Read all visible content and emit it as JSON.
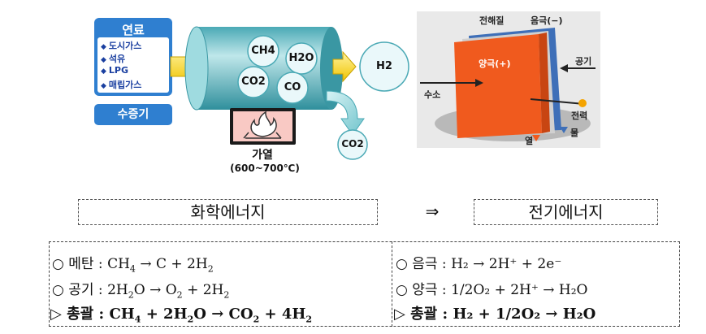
{
  "fuel": {
    "title": "연료",
    "items": [
      "도시가스",
      "석유",
      "LPG",
      "매립가스"
    ],
    "steam": "수증기"
  },
  "reformer": {
    "molecules": [
      "CH4",
      "H2O",
      "CO2",
      "CO"
    ],
    "heat_label": "가열",
    "temp_label": "(600~700℃)"
  },
  "products": {
    "h2": "H2",
    "co2": "CO2"
  },
  "fuel_cell": {
    "electrolyte": "전해질",
    "cathode_top": "음극(−)",
    "anode": "양극(+)",
    "air": "공기",
    "hydrogen": "수소",
    "power": "전력",
    "heat": "열",
    "water": "물"
  },
  "energy": {
    "chemical": "화학에너지",
    "arrow": "⇒",
    "electrical": "전기에너지"
  },
  "equations": {
    "left": [
      {
        "marker": "○",
        "label": "메탄",
        "expr": [
          "CH",
          "4",
          " → C + 2H",
          "2"
        ]
      },
      {
        "marker": "○",
        "label": "공기",
        "expr": [
          "2H",
          "2",
          "O → O",
          "2",
          " + 2H",
          "2"
        ]
      },
      {
        "marker": "▷",
        "label": "총괄",
        "expr": [
          "CH",
          "4",
          " + 2H",
          "2",
          "O → CO",
          "2",
          " + 4H",
          "2"
        ]
      }
    ],
    "right": [
      {
        "marker": "○",
        "label": "음극",
        "text": "H₂ → 2H⁺ + 2e⁻"
      },
      {
        "marker": "○",
        "label": "양극",
        "text": "1/2O₂ + 2H⁺ → H₂O"
      },
      {
        "marker": "▷",
        "label": "총괄",
        "text": "H₂ + 1/2O₂ → H₂O"
      }
    ]
  },
  "colors": {
    "fuel_blue": "#2f7fd0",
    "arrow_yellow": "#f5d21f",
    "anode_orange": "#f05a1e",
    "cathode_blue": "#3e6fb8",
    "cylinder_teal": "#7ec8cf"
  }
}
